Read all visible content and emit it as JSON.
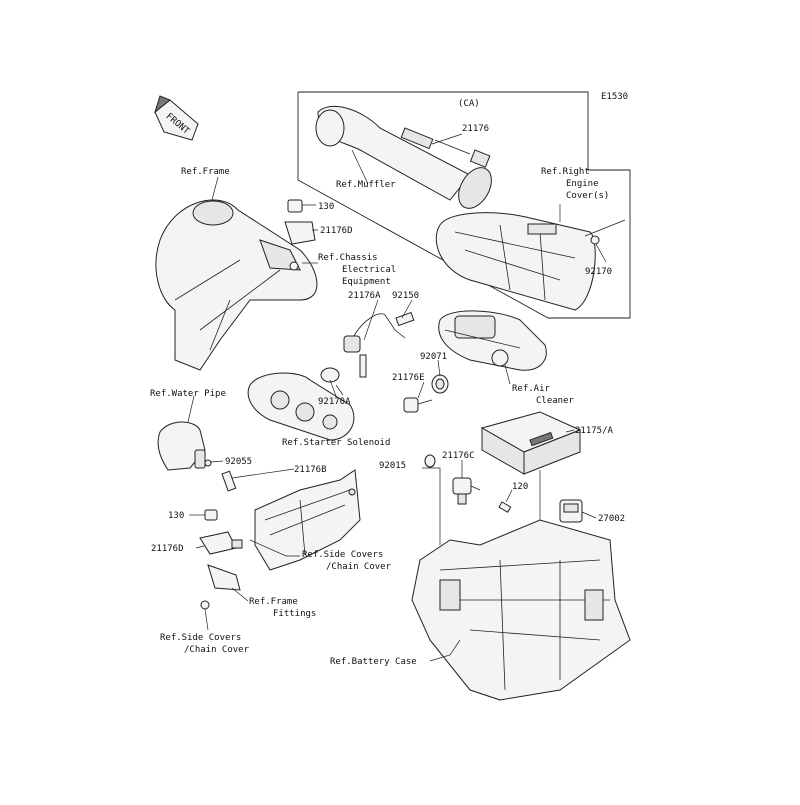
{
  "diagram_id": "E1530",
  "front_label": "FRONT",
  "callouts": {
    "ca": "(CA)",
    "p21176": "21176",
    "muffler": "Ref.Muffler",
    "right_cover_1": "Ref.Right",
    "right_cover_2": "Engine",
    "right_cover_3": "Cover(s)",
    "p92170": "92170",
    "frame": "Ref.Frame",
    "p130_top": "130",
    "p21176D_top": "21176D",
    "chassis_1": "Ref.Chassis",
    "chassis_2": "Electrical",
    "chassis_3": "Equipment",
    "p21176A": "21176A",
    "p92150": "92150",
    "p92071": "92071",
    "p21176E": "21176E",
    "air_1": "Ref.Air",
    "air_2": "Cleaner",
    "p92170A": "92170A",
    "water_pipe": "Ref.Water Pipe",
    "p21175A": "21175/A",
    "starter": "Ref.Starter Solenoid",
    "p92055": "92055",
    "p21176B": "21176B",
    "p92015": "92015",
    "p21176C": "21176C",
    "p120": "120",
    "p27002": "27002",
    "p130_bottom": "130",
    "side_covers_top_1": "Ref.Side Covers",
    "side_covers_top_2": "/Chain Cover",
    "p21176D_bottom": "21176D",
    "frame_fittings_1": "Ref.Frame",
    "frame_fittings_2": "Fittings",
    "side_covers_bottom_1": "Ref.Side Covers",
    "side_covers_bottom_2": "/Chain Cover",
    "battery_case": "Ref.Battery Case"
  }
}
